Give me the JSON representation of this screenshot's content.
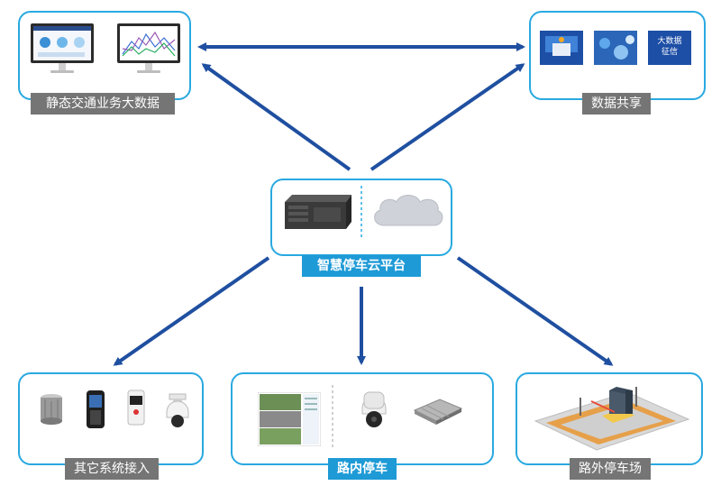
{
  "nodes": {
    "top_left": {
      "label": "静态交通业务大数据"
    },
    "top_right": {
      "label": "数据共享",
      "tiles": [
        "",
        "",
        "大数据\n征信"
      ]
    },
    "center": {
      "label": "智慧停车云平台"
    },
    "bottom_left": {
      "label": "其它系统接入"
    },
    "bottom_mid": {
      "label": "路内停车"
    },
    "bottom_right": {
      "label": "路外停车场"
    }
  },
  "colors": {
    "box_border": "#29a9e0",
    "arrow": "#1f4fa0",
    "label_gray": "#757575",
    "label_blue": "#1e9ad6"
  }
}
